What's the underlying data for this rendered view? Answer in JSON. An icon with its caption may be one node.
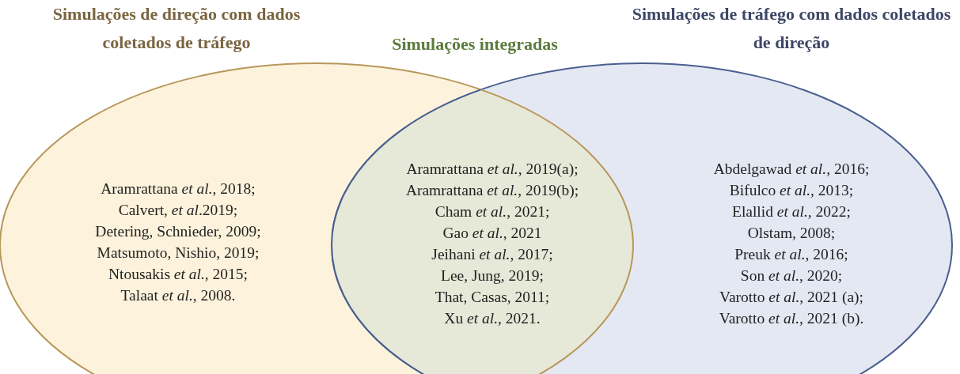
{
  "diagram": {
    "nodes": [
      {
        "text": [
          "Simulações de direção com dados coletados de tráfego",
          "Aramrattana *et al.*, 2018;",
          "Calvert, *et al*.2019;",
          "Detering, Schnieder, 2009;",
          "Matsumoto, Nishio, 2019;",
          "Ntousakis *et al.*, 2015;",
          "Talaat *et al.*, 2008."
        ]
      },
      {
        "text": [
          "Simulações de tráfego com dados coletados de direção",
          "Abdelgawad *et al.*, 2016;",
          "Bifulco *et al.*, 2013;",
          "Elallid *et al.*, 2022;",
          "Olstam, 2008;",
          "Preuk *et al.*, 2016;",
          "Son *et al.*, 2020;",
          "Varotto *et al.*, 2021 (a);",
          "Varotto *et al.*, 2021 (b)."
        ]
      },
      {
        "text": [
          "Simulações integradas",
          "Aramrattana *et al.*, 2019(a);",
          "Aramrattana *et al.*, 2019(b);",
          "Cham *et al.*, 2021;",
          "Gao *et al.*, 2021",
          "Jeihani *et al.*, 2017;",
          "Lee, Jung, 2019;",
          "That, Casas, 2011;",
          "Xu *et al.*, 2021."
        ]
      }
    ]
  }
}
